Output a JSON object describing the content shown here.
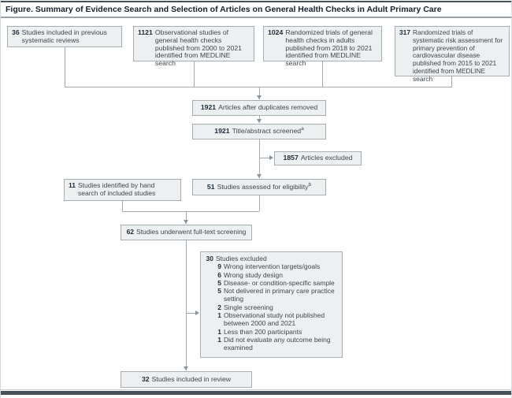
{
  "figure": {
    "title": "Figure. Summary of Evidence Search and Selection of Articles on General Health Checks in Adult Primary Care"
  },
  "boxes": {
    "prev_reviews": {
      "count": "36",
      "label": "Studies included in previous systematic reviews"
    },
    "observational": {
      "count": "1121",
      "label": "Observational studies of general health checks published from 2000 to 2021 identified from MEDLINE search"
    },
    "rct_checks": {
      "count": "1024",
      "label": "Randomized trials of general health checks in adults published from 2018 to 2021 identified from MEDLINE search"
    },
    "rct_risk": {
      "count": "317",
      "label": "Randomized trials of systematic risk assessment for primary prevention of cardiovascular disease published from 2015 to 2021 identified from MEDLINE search"
    },
    "duplicates": {
      "count": "1921",
      "label": "Articles after duplicates removed"
    },
    "title_abstract": {
      "count": "1921",
      "label": "Title/abstract screened",
      "superscript": "a"
    },
    "articles_excluded": {
      "count": "1857",
      "label": "Articles excluded"
    },
    "eligibility": {
      "count": "51",
      "label": "Studies assessed for eligibility",
      "superscript": "b"
    },
    "hand_search": {
      "count": "11",
      "label": "Studies identified by hand search of included studies"
    },
    "full_text": {
      "count": "62",
      "label": "Studies underwent full-text screening"
    },
    "excluded": {
      "count": "30",
      "label": "Studies excluded",
      "reasons": [
        {
          "count": "9",
          "label": "Wrong intervention targets/goals"
        },
        {
          "count": "6",
          "label": "Wrong study design"
        },
        {
          "count": "5",
          "label": "Disease- or condition-specific sample"
        },
        {
          "count": "5",
          "label": "Not delivered in primary care practice setting"
        },
        {
          "count": "2",
          "label": "Single screening"
        },
        {
          "count": "1",
          "label": "Observational study not published between 2000 and 2021"
        },
        {
          "count": "1",
          "label": "Less than 200 participants"
        },
        {
          "count": "1",
          "label": "Did not evaluate any outcome being examined"
        }
      ]
    },
    "included": {
      "count": "32",
      "label": "Studies included in review"
    }
  },
  "colors": {
    "box_fill": "#edf0f0",
    "box_border": "#a6aeb3",
    "number_text": "#1c2b39",
    "body_text": "#3d474d",
    "rule_dark": "#46525a",
    "connector": "#a2aaaf"
  }
}
